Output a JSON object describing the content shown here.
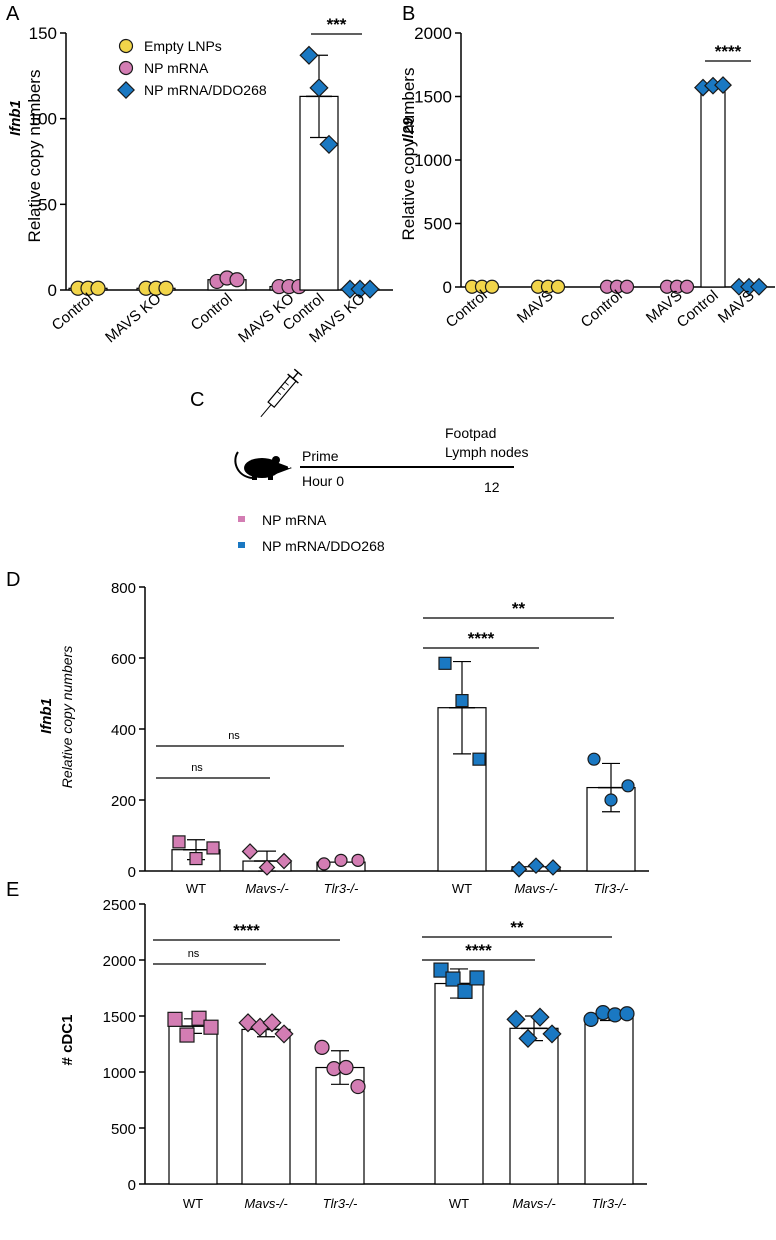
{
  "colors": {
    "yellow": "#f2d54a",
    "pink": "#d37db3",
    "blue": "#1a78c2",
    "edge": "#1a1a1a"
  },
  "panels": {
    "A": {
      "letter": "A"
    },
    "B": {
      "letter": "B"
    },
    "C": {
      "letter": "C"
    },
    "D": {
      "letter": "D"
    },
    "E": {
      "letter": "E"
    }
  },
  "timeline": {
    "prime_label": "Prime",
    "hour_label": "Hour 0",
    "end_label_1": "Footpad",
    "end_label_2": "Lymph nodes",
    "end_hour": "12",
    "icons": [
      "syringe-icon",
      "mouse-icon"
    ]
  },
  "legend_CDE": [
    {
      "label": "NP mRNA",
      "color": "#d37db3"
    },
    {
      "label": "NP mRNA/DDO268",
      "color": "#1a78c2"
    }
  ],
  "chart_data": [
    {
      "panel": "A",
      "type": "bar",
      "ylabel_gene": "Ifnb1",
      "ylabel": "Relative copy numbers",
      "ylim": [
        0,
        150
      ],
      "yticks": [
        0,
        50,
        100,
        150
      ],
      "legend": [
        {
          "name": "Empty LNPs",
          "marker": "circle",
          "color": "#f2d54a"
        },
        {
          "name": "NP mRNA",
          "marker": "circle",
          "color": "#d37db3"
        },
        {
          "name": "NP mRNA/DDO268",
          "marker": "diamond",
          "color": "#1a78c2"
        }
      ],
      "categories": [
        "Control",
        "MAVS KO",
        "Control",
        "MAVS KO",
        "Control",
        "MAVS KO"
      ],
      "groups": [
        {
          "series": "Empty LNPs",
          "category": "Control",
          "mean": 1,
          "points": [
            1,
            1,
            1
          ],
          "marker": "circle",
          "color": "#f2d54a"
        },
        {
          "series": "Empty LNPs",
          "category": "MAVS KO",
          "mean": 1,
          "points": [
            1,
            1,
            1
          ],
          "marker": "circle",
          "color": "#f2d54a"
        },
        {
          "series": "NP mRNA",
          "category": "Control",
          "mean": 6,
          "points": [
            5,
            7,
            6
          ],
          "marker": "circle",
          "color": "#d37db3"
        },
        {
          "series": "NP mRNA",
          "category": "MAVS KO",
          "mean": 2,
          "points": [
            2,
            2,
            2
          ],
          "marker": "circle",
          "color": "#d37db3"
        },
        {
          "series": "NP mRNA/DDO268",
          "category": "Control",
          "mean": 113,
          "sd": 24,
          "points": [
            137,
            118,
            85
          ],
          "marker": "diamond",
          "color": "#1a78c2"
        },
        {
          "series": "NP mRNA/DDO268",
          "category": "MAVS KO",
          "mean": 0.5,
          "points": [
            0.5,
            0.5,
            0.5
          ],
          "marker": "diamond",
          "color": "#1a78c2"
        }
      ],
      "significance": [
        {
          "groups": [
            4,
            5
          ],
          "label": "***"
        }
      ]
    },
    {
      "panel": "B",
      "type": "bar",
      "ylabel_gene": "Il29",
      "ylabel": "Relative copy numbers",
      "ylim": [
        0,
        2000
      ],
      "yticks": [
        0,
        500,
        1000,
        1500,
        2000
      ],
      "categories": [
        "Control",
        "MAVS",
        "Control",
        "MAVS",
        "Control",
        "MAVS"
      ],
      "groups": [
        {
          "series": "Empty LNPs",
          "category": "Control",
          "mean": 2,
          "points": [
            2,
            2,
            2
          ],
          "marker": "circle",
          "color": "#f2d54a"
        },
        {
          "series": "Empty LNPs",
          "category": "MAVS",
          "mean": 2,
          "points": [
            2,
            2,
            2
          ],
          "marker": "circle",
          "color": "#f2d54a"
        },
        {
          "series": "NP mRNA",
          "category": "Control",
          "mean": 2,
          "points": [
            2,
            2,
            2
          ],
          "marker": "circle",
          "color": "#d37db3"
        },
        {
          "series": "NP mRNA",
          "category": "MAVS",
          "mean": 2,
          "points": [
            2,
            2,
            2
          ],
          "marker": "circle",
          "color": "#d37db3"
        },
        {
          "series": "NP mRNA/DDO268",
          "category": "Control",
          "mean": 1580,
          "points": [
            1570,
            1585,
            1590
          ],
          "marker": "diamond",
          "color": "#1a78c2"
        },
        {
          "series": "NP mRNA/DDO268",
          "category": "MAVS",
          "mean": 2,
          "points": [
            2,
            2,
            2
          ],
          "marker": "diamond",
          "color": "#1a78c2"
        }
      ],
      "significance": [
        {
          "groups": [
            4,
            5
          ],
          "label": "****"
        }
      ]
    },
    {
      "panel": "D",
      "type": "bar",
      "ylabel_gene": "Ifnb1",
      "ylabel": "Relative copy numbers",
      "ylim": [
        0,
        800
      ],
      "yticks": [
        0,
        200,
        400,
        600,
        800
      ],
      "categories": [
        "WT",
        "Mavs-/-",
        "Tlr3-/-",
        "WT",
        "Mavs-/-",
        "Tlr3-/-"
      ],
      "groups": [
        {
          "series": "NP mRNA",
          "category": "WT",
          "mean": 60,
          "sd": 28,
          "points": [
            82,
            35,
            65
          ],
          "marker": "square",
          "color": "#d37db3"
        },
        {
          "series": "NP mRNA",
          "category": "Mavs-/-",
          "mean": 28,
          "sd": 28,
          "points": [
            55,
            10,
            28
          ],
          "marker": "diamond",
          "color": "#d37db3"
        },
        {
          "series": "NP mRNA",
          "category": "Tlr3-/-",
          "mean": 25,
          "points": [
            20,
            30,
            30
          ],
          "marker": "circle",
          "color": "#d37db3"
        },
        {
          "series": "NP mRNA/DDO268",
          "category": "WT",
          "mean": 460,
          "sd": 130,
          "points": [
            585,
            480,
            315
          ],
          "marker": "square",
          "color": "#1a78c2"
        },
        {
          "series": "NP mRNA/DDO268",
          "category": "Mavs-/-",
          "mean": 12,
          "points": [
            5,
            15,
            10
          ],
          "marker": "diamond",
          "color": "#1a78c2"
        },
        {
          "series": "NP mRNA/DDO268",
          "category": "Tlr3-/-",
          "mean": 235,
          "sd": 68,
          "points": [
            315,
            200,
            240
          ],
          "marker": "circle",
          "color": "#1a78c2"
        }
      ],
      "significance": [
        {
          "groups": [
            0,
            1
          ],
          "label": "ns"
        },
        {
          "groups": [
            0,
            2
          ],
          "label": "ns"
        },
        {
          "groups": [
            3,
            4
          ],
          "label": "****"
        },
        {
          "groups": [
            3,
            5
          ],
          "label": "**"
        }
      ]
    },
    {
      "panel": "E",
      "type": "bar",
      "ylabel": "# cDC1",
      "ylim": [
        0,
        2500
      ],
      "yticks": [
        0,
        500,
        1000,
        1500,
        2000,
        2500
      ],
      "categories": [
        "WT",
        "Mavs-/-",
        "Tlr3-/-",
        "WT",
        "Mavs-/-",
        "Tlr3-/-"
      ],
      "groups": [
        {
          "series": "NP mRNA",
          "category": "WT",
          "mean": 1410,
          "sd": 65,
          "points": [
            1470,
            1330,
            1480,
            1400
          ],
          "marker": "square",
          "color": "#d37db3"
        },
        {
          "series": "NP mRNA",
          "category": "Mavs-/-",
          "mean": 1380,
          "sd": 65,
          "points": [
            1440,
            1400,
            1440,
            1340
          ],
          "marker": "diamond",
          "color": "#d37db3"
        },
        {
          "series": "NP mRNA",
          "category": "Tlr3-/-",
          "mean": 1040,
          "sd": 150,
          "points": [
            1220,
            1030,
            1040,
            870
          ],
          "marker": "circle",
          "color": "#d37db3"
        },
        {
          "series": "NP mRNA/DDO268",
          "category": "WT",
          "mean": 1790,
          "sd": 130,
          "points": [
            1910,
            1830,
            1720,
            1840
          ],
          "marker": "square",
          "color": "#1a78c2"
        },
        {
          "series": "NP mRNA/DDO268",
          "category": "Mavs-/-",
          "mean": 1390,
          "sd": 110,
          "points": [
            1470,
            1300,
            1490,
            1340
          ],
          "marker": "diamond",
          "color": "#1a78c2"
        },
        {
          "series": "NP mRNA/DDO268",
          "category": "Tlr3-/-",
          "mean": 1500,
          "sd": 40,
          "points": [
            1470,
            1530,
            1510,
            1520
          ],
          "marker": "circle",
          "color": "#1a78c2"
        }
      ],
      "significance": [
        {
          "groups": [
            0,
            1
          ],
          "label": "ns"
        },
        {
          "groups": [
            0,
            2
          ],
          "label": "****"
        },
        {
          "groups": [
            3,
            4
          ],
          "label": "****"
        },
        {
          "groups": [
            3,
            5
          ],
          "label": "**"
        }
      ]
    }
  ]
}
